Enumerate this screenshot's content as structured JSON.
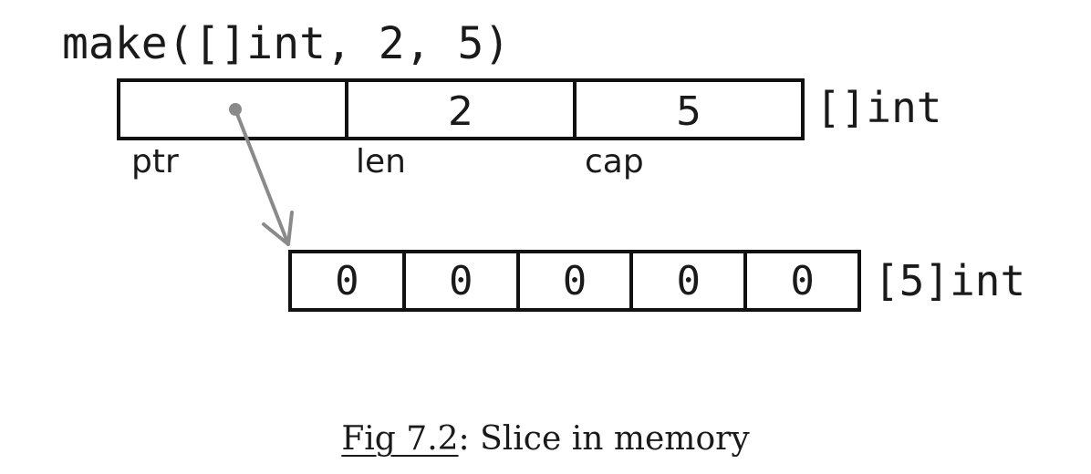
{
  "title": "make([]int, 2, 5)",
  "slice_header": {
    "type_label": "[]int",
    "fields": [
      {
        "label": "ptr",
        "value": ""
      },
      {
        "label": "len",
        "value": "2"
      },
      {
        "label": "cap",
        "value": "5"
      }
    ]
  },
  "backing_array": {
    "type_label": "[5]int",
    "values": [
      "0",
      "0",
      "0",
      "0",
      "0"
    ]
  },
  "caption": {
    "ref": "Fig 7.2",
    "text": ": Slice in memory"
  },
  "colors": {
    "border": "#111111",
    "pointer": "#8a8a8a",
    "text": "#1a1a1a"
  }
}
